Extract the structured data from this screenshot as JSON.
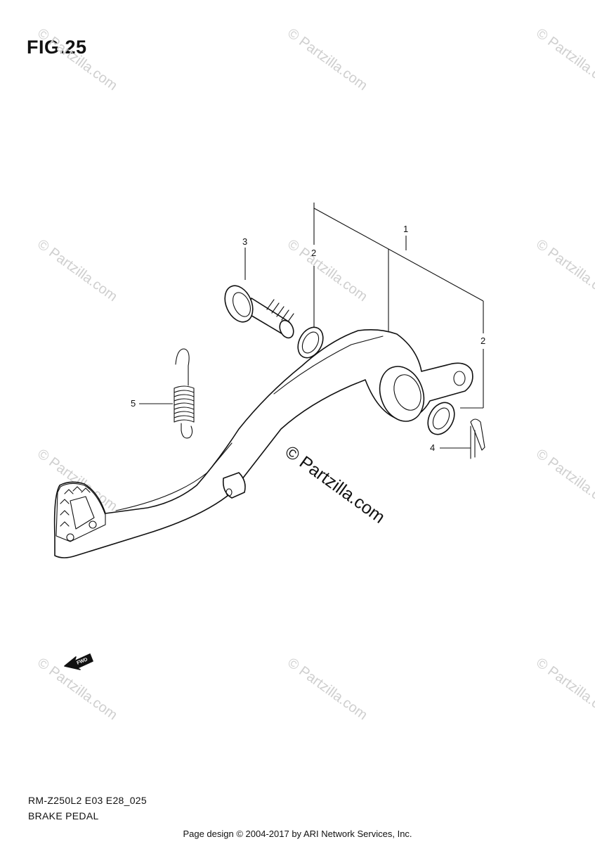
{
  "figure": {
    "title": "FIG.25"
  },
  "diagram_code": "RM-Z250L2 E03 E28_025",
  "diagram_name": "BRAKE PEDAL",
  "callouts": [
    {
      "id": "c1",
      "label": "1"
    },
    {
      "id": "c2a",
      "label": "2"
    },
    {
      "id": "c2b",
      "label": "2"
    },
    {
      "id": "c3",
      "label": "3"
    },
    {
      "id": "c4",
      "label": "4"
    },
    {
      "id": "c5",
      "label": "5"
    }
  ],
  "forward_marker": {
    "label": "FWD",
    "icon": "fwd-arrow-icon"
  },
  "watermark": {
    "text": "© Partzilla.com",
    "main_text": "© Partzilla.com"
  },
  "footer": {
    "text": "Page design © 2004-2017 by ARI Network Services, Inc."
  },
  "colors": {
    "line": "#111111",
    "watermark": "#cfcfcf",
    "background": "#ffffff"
  }
}
